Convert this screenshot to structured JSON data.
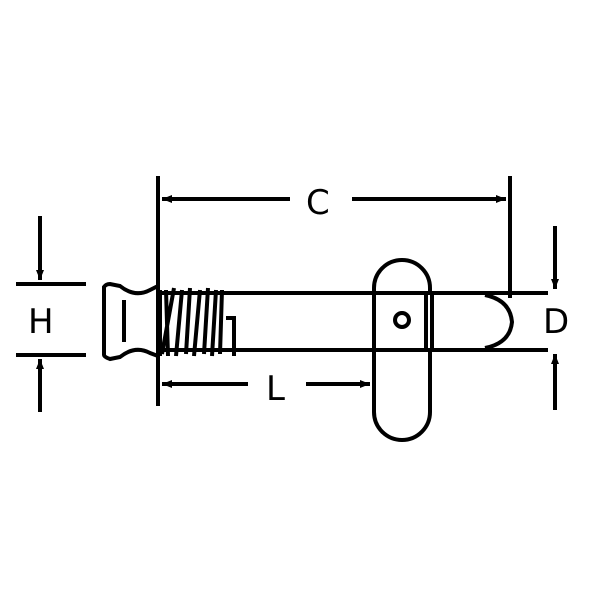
{
  "diagram": {
    "type": "technical-drawing",
    "subject": "quick release pin with spring, handle and ball end",
    "colors": {
      "stroke": "#000000",
      "background": "#ffffff"
    },
    "dimensions": {
      "C": {
        "label": "C",
        "meaning": "overall length from shoulder to tip"
      },
      "L": {
        "label": "L",
        "meaning": "grip length from shoulder to handle"
      },
      "H": {
        "label": "H",
        "meaning": "head diameter"
      },
      "D": {
        "label": "D",
        "meaning": "pin diameter"
      }
    }
  }
}
